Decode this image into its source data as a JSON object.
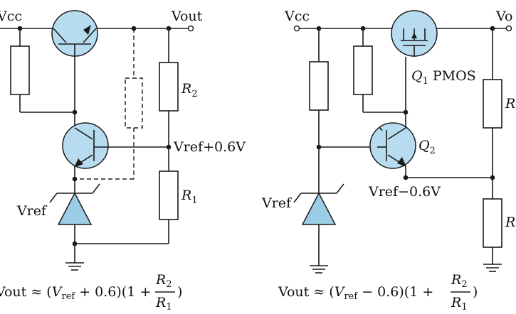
{
  "left": {
    "vcc": "Vcc",
    "vout": "Vout",
    "r2": {
      "base": "R",
      "sub": "2"
    },
    "r1": {
      "base": "R",
      "sub": "1"
    },
    "node": "Vref+0.6V",
    "vref": "Vref",
    "formula": {
      "lhs": "Vout ≈ (",
      "v": "V",
      "vsub": "ref",
      "mid": " + 0.6)(1 + ",
      "num": "R",
      "numsub": "2",
      "den": "R",
      "densub": "1",
      "end": ")"
    }
  },
  "right": {
    "vcc": "Vcc",
    "vout": "Vo",
    "q1": {
      "base": "Q",
      "sub": "1",
      "type": "PMOS"
    },
    "q2": {
      "base": "Q",
      "sub": "2"
    },
    "r_top": "R",
    "r_bot": "R",
    "node": "Vref−0.6V",
    "vref": "Vref",
    "formula": {
      "lhs": "Vout ≈ (",
      "v": "V",
      "vsub": "ref",
      "mid": " − 0.6)(1 + ",
      "num": "R",
      "numsub": "2",
      "den": "R",
      "densub": "1",
      "end": ")"
    }
  },
  "colors": {
    "transistor_fill": "#b7dcef",
    "zener_fill": "#9ccde6",
    "wire": "#1a1a1a"
  }
}
